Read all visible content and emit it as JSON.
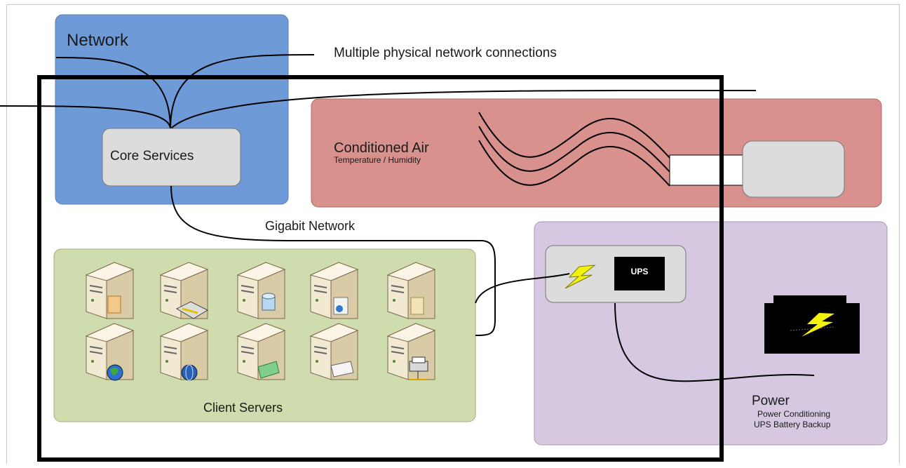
{
  "network": {
    "title": "Network",
    "core_services": "Core Services",
    "connections_label": "Multiple physical network connections"
  },
  "air": {
    "title": "Conditioned Air",
    "subtitle": "Temperature / Humidity"
  },
  "link": {
    "label": "Gigabit Network"
  },
  "clients": {
    "title": "Client Servers"
  },
  "power": {
    "title": "Power",
    "line1": "Power Conditioning",
    "line2": "UPS Battery Backup",
    "ups_label": "UPS"
  },
  "colors": {
    "network": "#6f9ad8",
    "air": "#d9918e",
    "clients": "#cfdcae",
    "power": "#d5c8e0",
    "node": "#dcdcdc",
    "lightning": "#f2f20c"
  },
  "server_icons": [
    "document-icon",
    "keyboard-icon",
    "database-icon",
    "web-page-icon",
    "folder-icon",
    "globe-icon",
    "web-globe-icon",
    "money-icon",
    "mail-icon",
    "printer-icon"
  ]
}
